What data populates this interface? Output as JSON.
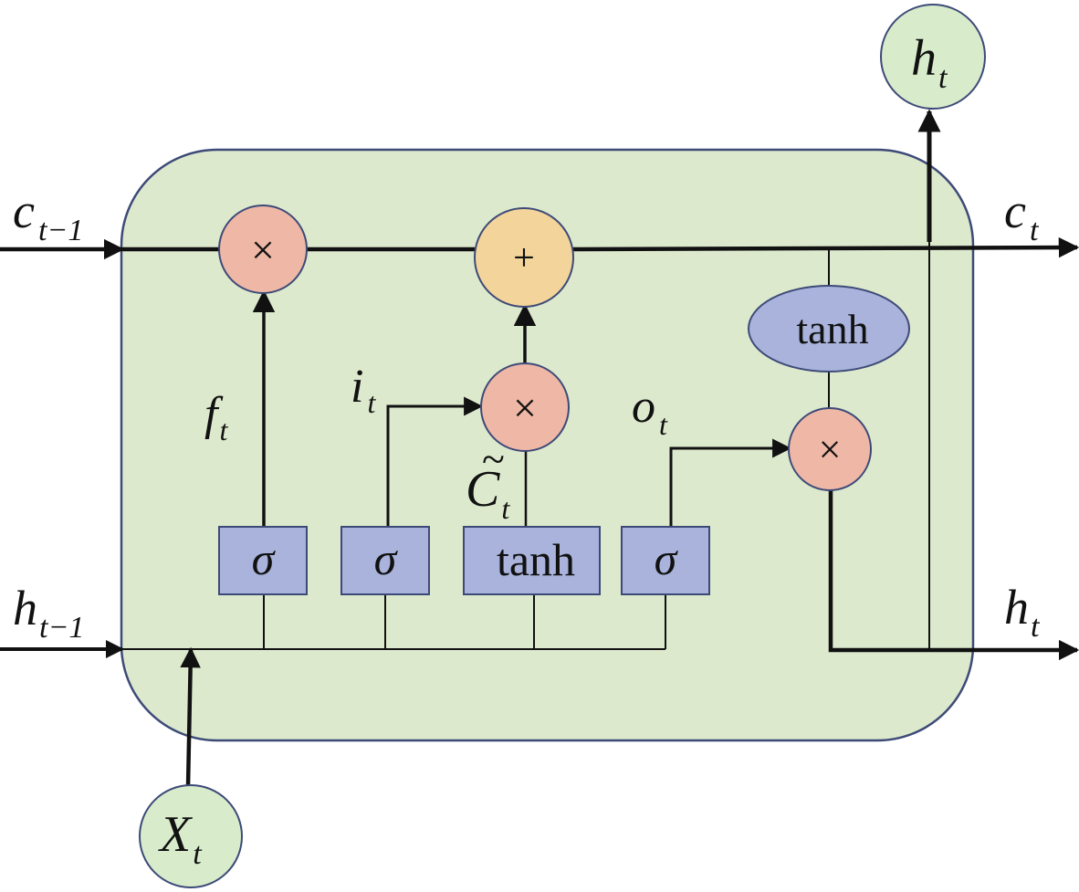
{
  "colors": {
    "cell_fill": "#dde9cd",
    "cell_stroke": "#3d4a78",
    "mult_fill": "#eeb7a6",
    "add_fill": "#f3d49a",
    "gate_fill": "#a9b3db",
    "io_fill": "#d8eccb",
    "line": "#111111"
  },
  "inputs": {
    "c_prev": {
      "base": "c",
      "sub": "t−1"
    },
    "h_prev": {
      "base": "h",
      "sub": "t−1"
    },
    "x_t": {
      "base": "X",
      "sub": "t"
    }
  },
  "outputs": {
    "c_t": {
      "base": "c",
      "sub": "t"
    },
    "h_t_right": {
      "base": "h",
      "sub": "t"
    },
    "h_t_top": {
      "base": "h",
      "sub": "t"
    }
  },
  "gates": {
    "forget": {
      "symbol": "σ",
      "label_base": "f",
      "label_sub": "t"
    },
    "input": {
      "symbol": "σ",
      "label_base": "i",
      "label_sub": "t"
    },
    "candidate": {
      "symbol": "tanh",
      "label_base": "C",
      "label_sub": "t",
      "tilde": "~"
    },
    "output": {
      "symbol": "σ",
      "label_base": "o",
      "label_sub": "t"
    }
  },
  "ops": {
    "forget_mult": "×",
    "input_mult": "×",
    "add": "+",
    "output_mult": "×",
    "cell_tanh": "tanh"
  }
}
